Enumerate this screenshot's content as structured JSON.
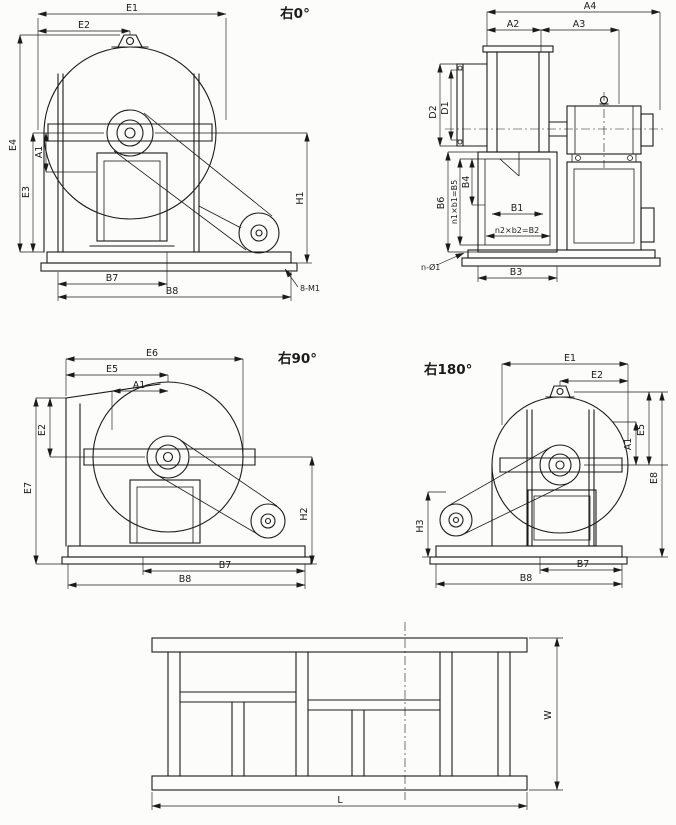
{
  "style": {
    "ink": "#1b1b1b",
    "paper": "#fcfcfb"
  },
  "views": {
    "right0": {
      "title": "右0°",
      "dims": {
        "e1": "E1",
        "e2": "E2",
        "e4": "E4",
        "e3": "E3",
        "a1": "A1",
        "h1": "H1",
        "b7": "B7",
        "b8": "B8",
        "m1": "8-M1"
      }
    },
    "side": {
      "dims": {
        "a4": "A4",
        "a2": "A2",
        "a3": "A3",
        "d2": "D2",
        "d1": "D1",
        "b6": "B6",
        "b5": "n1×b1=B5",
        "b4": "B4",
        "b1": "B1",
        "b2": "n2×b2=B2",
        "b3": "B3",
        "n1": "n-Ø1"
      }
    },
    "right90": {
      "title": "右90°",
      "dims": {
        "e6": "E6",
        "e5": "E5",
        "a1": "A1",
        "e2": "E2",
        "e7": "E7",
        "h2": "H2",
        "b7": "B7",
        "b8": "B8"
      }
    },
    "right180": {
      "title": "右180°",
      "dims": {
        "e1": "E1",
        "e2": "E2",
        "a1": "A1",
        "e5": "E5",
        "e8": "E8",
        "h3": "H3",
        "b7": "B7",
        "b8": "B8"
      }
    },
    "base": {
      "dims": {
        "w": "W",
        "l": "L"
      }
    }
  }
}
